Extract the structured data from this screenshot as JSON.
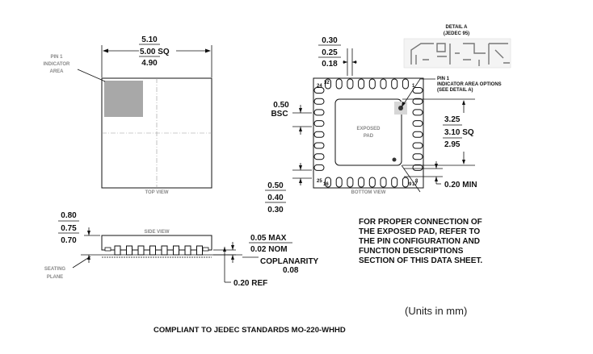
{
  "top_view": {
    "width_max": "5.10",
    "width_nom": "5.00 SQ",
    "width_min": "4.90",
    "pin1_label": [
      "PIN 1",
      "INDICATOR",
      "AREA"
    ],
    "view_label": "TOP VIEW"
  },
  "bottom_view": {
    "lead_width_max": "0.30",
    "lead_width_nom": "0.25",
    "lead_width_min": "0.18",
    "pitch_value": "0.50",
    "pitch_suffix": "BSC",
    "pad_label": [
      "EXPOSED",
      "PAD"
    ],
    "pin1_options_label": [
      "PIN 1",
      "INDICATOR AREA OPTIONS",
      "(SEE DETAIL A)"
    ],
    "pad_size_max": "3.25",
    "pad_size_nom": "3.10 SQ",
    "pad_size_min": "2.95",
    "lead_length_max": "0.50",
    "lead_length_nom": "0.40",
    "lead_length_min": "0.30",
    "clearance": "0.20 MIN",
    "view_label": "BOTTOM VIEW",
    "pin_numbers": [
      "32",
      "1",
      "24",
      "25",
      "8",
      "9",
      "16",
      "17"
    ]
  },
  "detail_a": {
    "title": "DETAIL A",
    "subtitle": "(JEDEC 95)"
  },
  "side_view": {
    "height_max": "0.80",
    "height_nom": "0.75",
    "height_min": "0.70",
    "standoff_max": "0.05 MAX",
    "standoff_nom": "0.02 NOM",
    "coplanarity_label": "COPLANARITY",
    "coplanarity_value": "0.08",
    "ref_thickness": "0.20 REF",
    "seating_plane": [
      "SEATING",
      "PLANE"
    ],
    "view_label": "SIDE VIEW"
  },
  "note": [
    "FOR PROPER CONNECTION OF",
    "THE EXPOSED PAD, REFER TO",
    "THE PIN CONFIGURATION AND",
    "FUNCTION DESCRIPTIONS",
    "SECTION OF THIS DATA SHEET."
  ],
  "units": "(Units in mm)",
  "footer": "COMPLIANT TO JEDEC STANDARDS MO-220-WHHD",
  "colors": {
    "pin1_fill": "#a8a8a8",
    "line": "#111111",
    "label_gray": "#888888"
  }
}
